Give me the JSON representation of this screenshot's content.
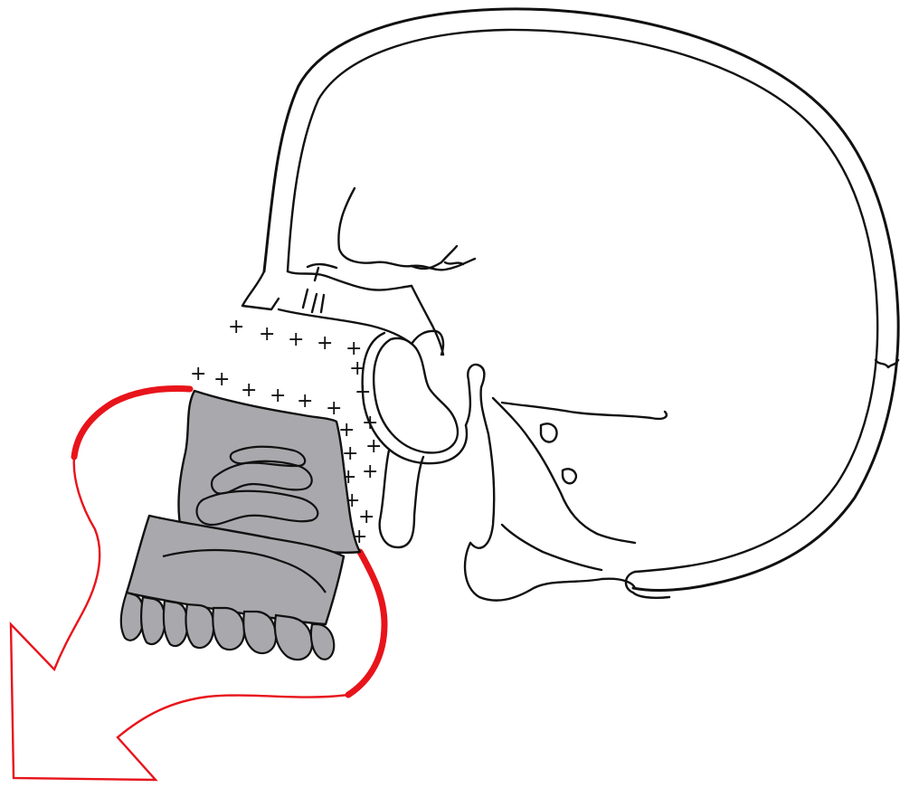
{
  "figure": {
    "description_text": "",
    "colors": {
      "background": "#ffffff",
      "line": "#111111",
      "maxilla_fill": "#a9a9ad",
      "arrow": "#e8141b"
    },
    "suture_marker": "+",
    "icons": [
      "skull-outline",
      "maxilla-segment",
      "rotation-arrow",
      "suture-line"
    ]
  }
}
